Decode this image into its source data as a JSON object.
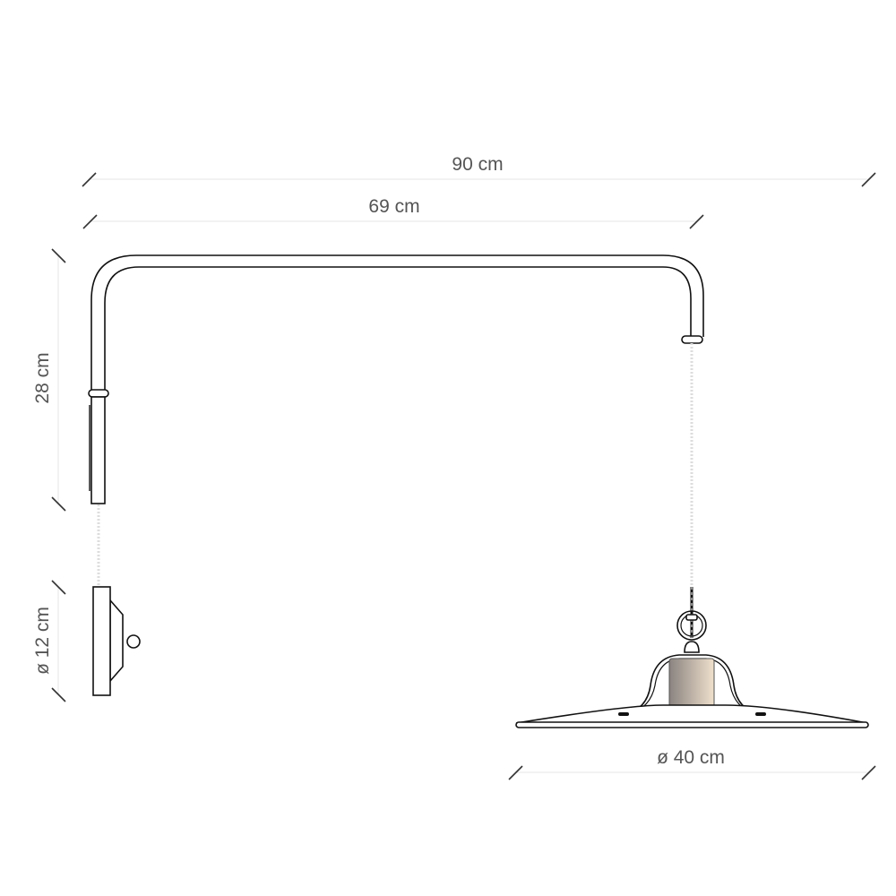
{
  "dimensions": {
    "total_width": "90 cm",
    "arm_reach": "69 cm",
    "arm_height": "28 cm",
    "canopy_diameter": "ø 12 cm",
    "shade_diameter": "ø 40 cm"
  },
  "colors": {
    "line": "#111111",
    "dimension_text": "#555555",
    "socket_gradient": [
      "#8a8380",
      "#efe0cc"
    ]
  }
}
